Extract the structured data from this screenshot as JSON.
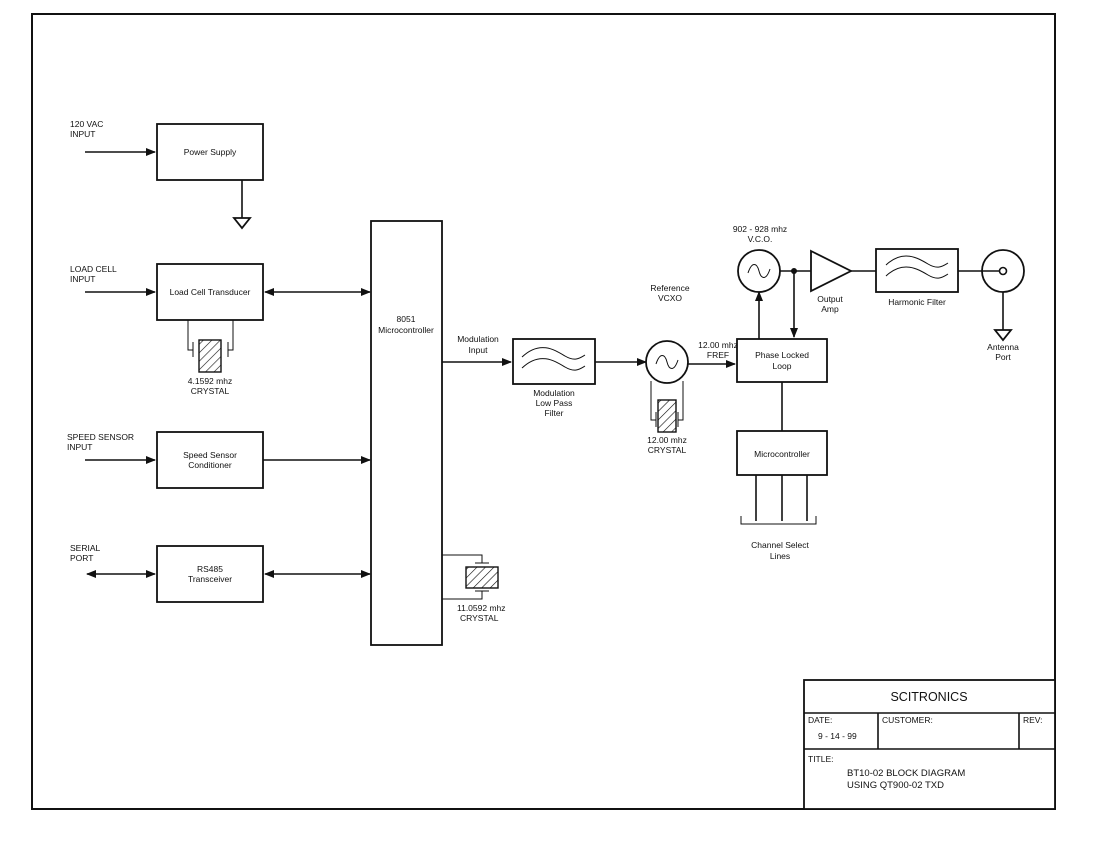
{
  "diagram": {
    "inputs": {
      "power": [
        "120 VAC",
        "INPUT"
      ],
      "load_cell": [
        "LOAD  CELL",
        "INPUT"
      ],
      "speed": [
        "SPEED  SENSOR",
        "INPUT"
      ],
      "serial": [
        "SERIAL",
        "PORT"
      ]
    },
    "blocks": {
      "power_supply": [
        "Power  Supply"
      ],
      "load_cell_transducer": [
        "Load Cell Transducer"
      ],
      "speed_sensor_conditioner": [
        "Speed  Sensor",
        "Conditioner"
      ],
      "rs485": [
        "RS485",
        "Transceiver"
      ],
      "mcu_8051": [
        "8051",
        "Microcontroller"
      ],
      "mod_filter_label": [
        "Modulation",
        "Low  Pass",
        "Filter"
      ],
      "pll": [
        "Phase  Locked",
        "Loop"
      ],
      "microcontroller": [
        "Microcontroller"
      ],
      "harmonic_filter_label": [
        "Harmonic  Filter"
      ]
    },
    "crystals": {
      "load_cell": [
        "4.1592  mhz",
        "CRYSTAL"
      ],
      "mcu": [
        "11.0592  mhz",
        "CRYSTAL"
      ],
      "vcxo": [
        "12.00  mhz",
        "CRYSTAL"
      ]
    },
    "labels": {
      "modulation_input": [
        "Modulation",
        "Input"
      ],
      "reference_vcxo": [
        "Reference",
        "VCXO"
      ],
      "fref": [
        "12.00 mhz",
        "FREF"
      ],
      "vco": [
        "902 - 928  mhz",
        "V.C.O."
      ],
      "output_amp": [
        "Output",
        "Amp"
      ],
      "antenna_port": [
        "Antenna",
        "Port"
      ],
      "channel_select": [
        "Channel  Select",
        "Lines"
      ]
    }
  },
  "title_block": {
    "company": "SCITRONICS",
    "date_label": "DATE:",
    "date_value": "9 - 14 - 99",
    "customer_label": "CUSTOMER:",
    "customer_value": "",
    "rev_label": "REV:",
    "rev_value": "",
    "title_label": "TITLE:",
    "title_lines": [
      "BT10-02  BLOCK DIAGRAM",
      "USING QT900-02 TXD"
    ]
  }
}
